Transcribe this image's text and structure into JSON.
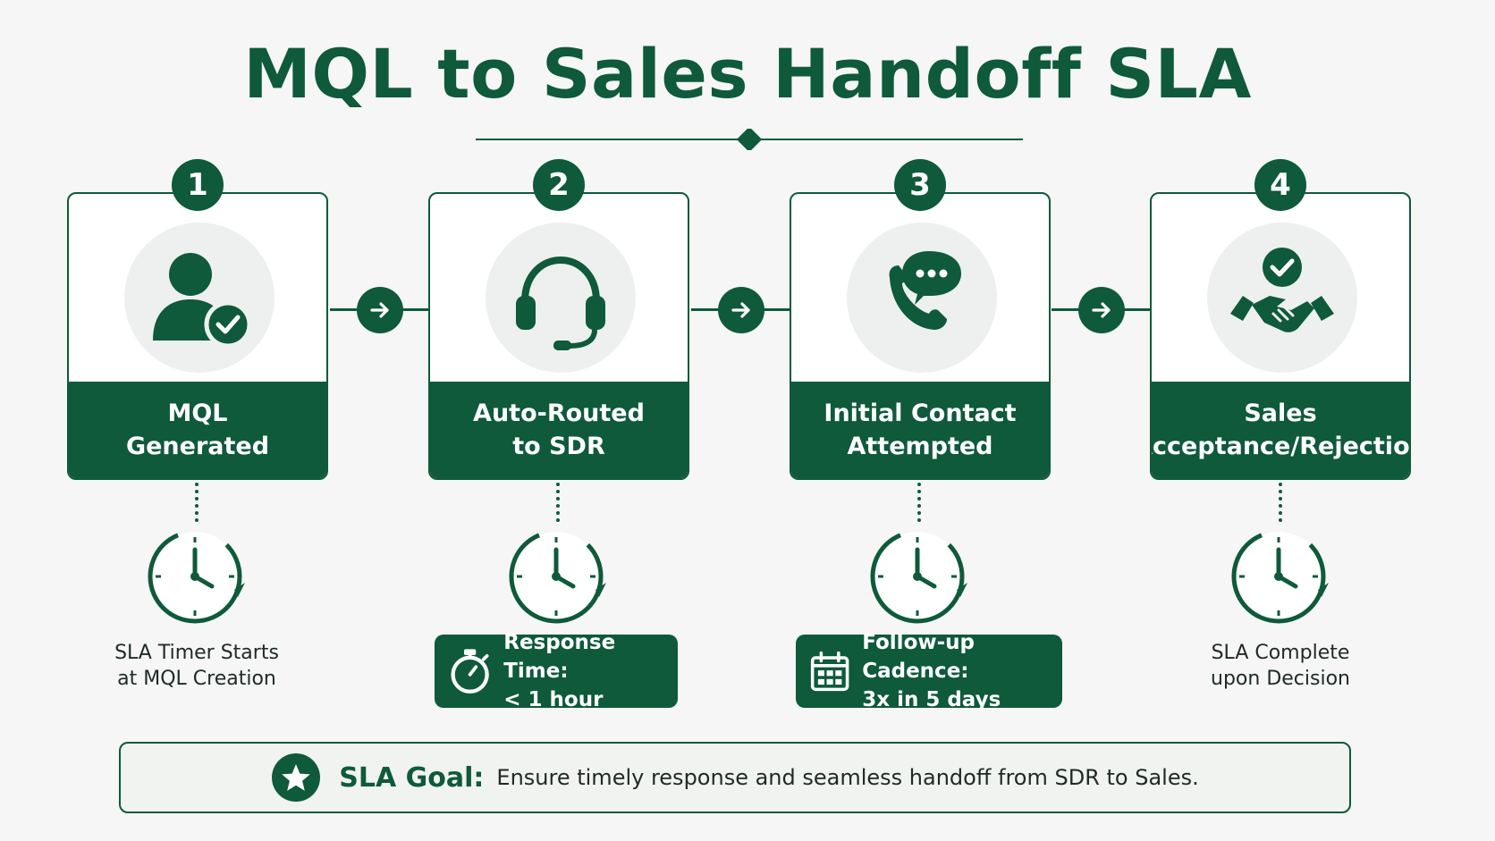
{
  "title": "MQL to Sales Handoff SLA",
  "steps": [
    {
      "number": "1",
      "label_line1": "MQL",
      "label_line2": "Generated",
      "icon": "user-check-icon",
      "note_line1": "SLA Timer Starts",
      "note_line2": "at MQL Creation"
    },
    {
      "number": "2",
      "label_line1": "Auto-Routed",
      "label_line2": "to SDR",
      "icon": "headset-icon",
      "badge_icon": "stopwatch-icon",
      "badge_line1": "Response Time:",
      "badge_line2": "< 1 hour"
    },
    {
      "number": "3",
      "label_line1": "Initial Contact",
      "label_line2": "Attempted",
      "icon": "phone-chat-icon",
      "badge_icon": "calendar-icon",
      "badge_line1": "Follow-up Cadence:",
      "badge_line2": "3x in 5 days"
    },
    {
      "number": "4",
      "label_line1": "Sales",
      "label_line2": "Acceptance/Rejection",
      "icon": "handshake-check-icon",
      "note_line1": "SLA Complete",
      "note_line2": "upon Decision"
    }
  ],
  "goal": {
    "label": "SLA Goal:",
    "text": "Ensure timely response and seamless handoff from SDR to Sales.",
    "icon": "star-icon"
  },
  "colors": {
    "primary": "#0e5a3a",
    "background": "#f5f6f5",
    "icon_bg": "#edf0ee"
  }
}
